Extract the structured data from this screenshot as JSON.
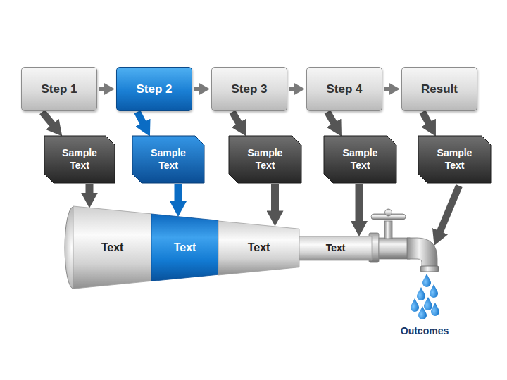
{
  "diagram": {
    "nodes": [
      {
        "text": [
          "Step 1"
        ]
      },
      {
        "text": [
          "Step 2"
        ]
      },
      {
        "text": [
          "Step 3"
        ]
      },
      {
        "text": [
          "Step 4"
        ]
      },
      {
        "text": [
          "Result"
        ]
      },
      {
        "text": [
          "Sample Text"
        ]
      },
      {
        "text": [
          "Sample Text"
        ]
      },
      {
        "text": [
          "Sample Text"
        ]
      },
      {
        "text": [
          "Sample Text"
        ]
      },
      {
        "text": [
          "Sample Text"
        ]
      },
      {
        "text": [
          "Text"
        ]
      },
      {
        "text": [
          "Text"
        ]
      },
      {
        "text": [
          "Text"
        ]
      },
      {
        "text": [
          "Text"
        ]
      }
    ],
    "edges": [
      {
        "from": 0,
        "to": 1,
        "arrow": "to"
      },
      {
        "from": 1,
        "to": 2,
        "arrow": "to"
      },
      {
        "from": 2,
        "to": 3,
        "arrow": "to"
      },
      {
        "from": 3,
        "to": 4,
        "arrow": "to"
      },
      {
        "from": 0,
        "to": 5,
        "arrow": "to"
      },
      {
        "from": 1,
        "to": 6,
        "arrow": "to"
      },
      {
        "from": 2,
        "to": 7,
        "arrow": "to"
      },
      {
        "from": 3,
        "to": 8,
        "arrow": "to"
      },
      {
        "from": 4,
        "to": 9,
        "arrow": "to"
      },
      {
        "from": 5,
        "to": 10,
        "arrow": "to"
      },
      {
        "from": 6,
        "to": 11,
        "arrow": "to"
      },
      {
        "from": 7,
        "to": 12,
        "arrow": "to"
      },
      {
        "from": 8,
        "to": 13,
        "arrow": "to"
      }
    ],
    "labels": [
      "Outcomes"
    ]
  }
}
